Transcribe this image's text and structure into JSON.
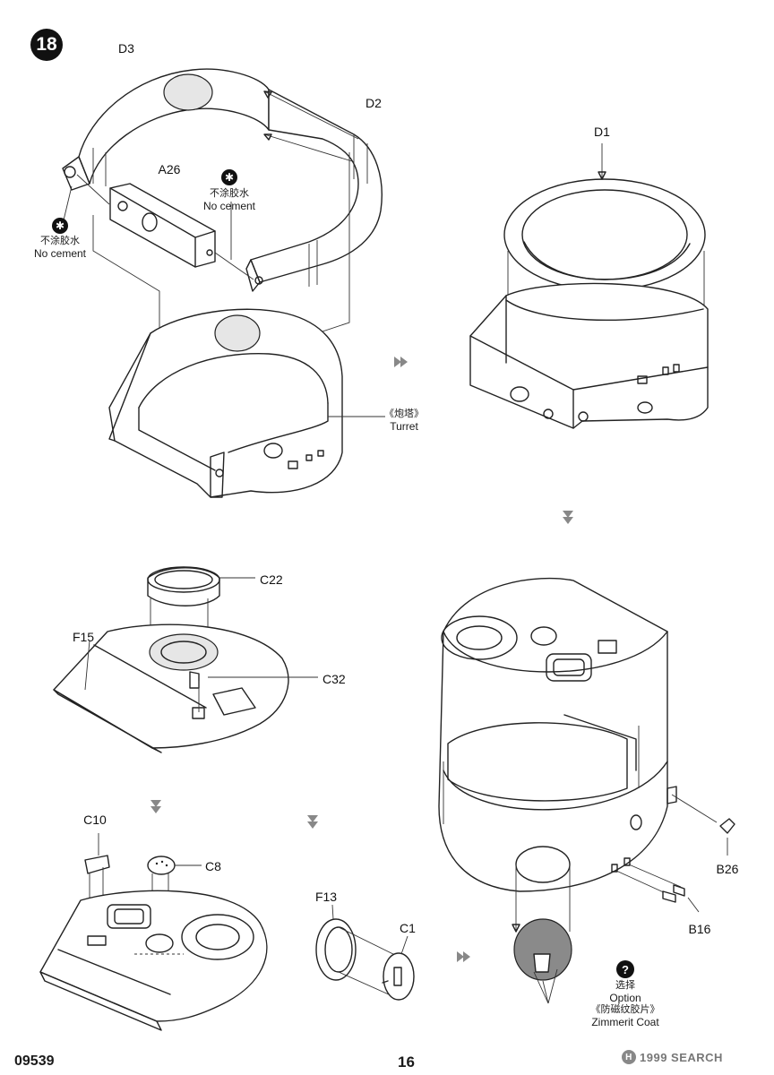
{
  "header": {
    "step_number": "18"
  },
  "footer": {
    "kit_code": "09539",
    "page_number": "16"
  },
  "watermark": {
    "logo_letter": "H",
    "text": "1999 SEARCH"
  },
  "labels": {
    "d3": "D3",
    "d2": "D2",
    "a26": "A26",
    "d1": "D1",
    "c22": "C22",
    "f15": "F15",
    "c32": "C32",
    "c10": "C10",
    "c8": "C8",
    "f13": "F13",
    "c1": "C1",
    "b26": "B26",
    "b16": "B16"
  },
  "notes": {
    "no_cement_cn": "不涂胶水",
    "no_cement_en": "No cement",
    "turret_cn": "《炮塔》",
    "turret_en": "Turret",
    "option_cn": "选择",
    "option_en": "Option",
    "zimmerit_cn": "《防磁纹胶片》",
    "zimmerit_en": "Zimmerit Coat",
    "option_icon": "?"
  },
  "icons": {
    "no_cement_icon": "✱",
    "flow_arrow": "double-chevron"
  }
}
